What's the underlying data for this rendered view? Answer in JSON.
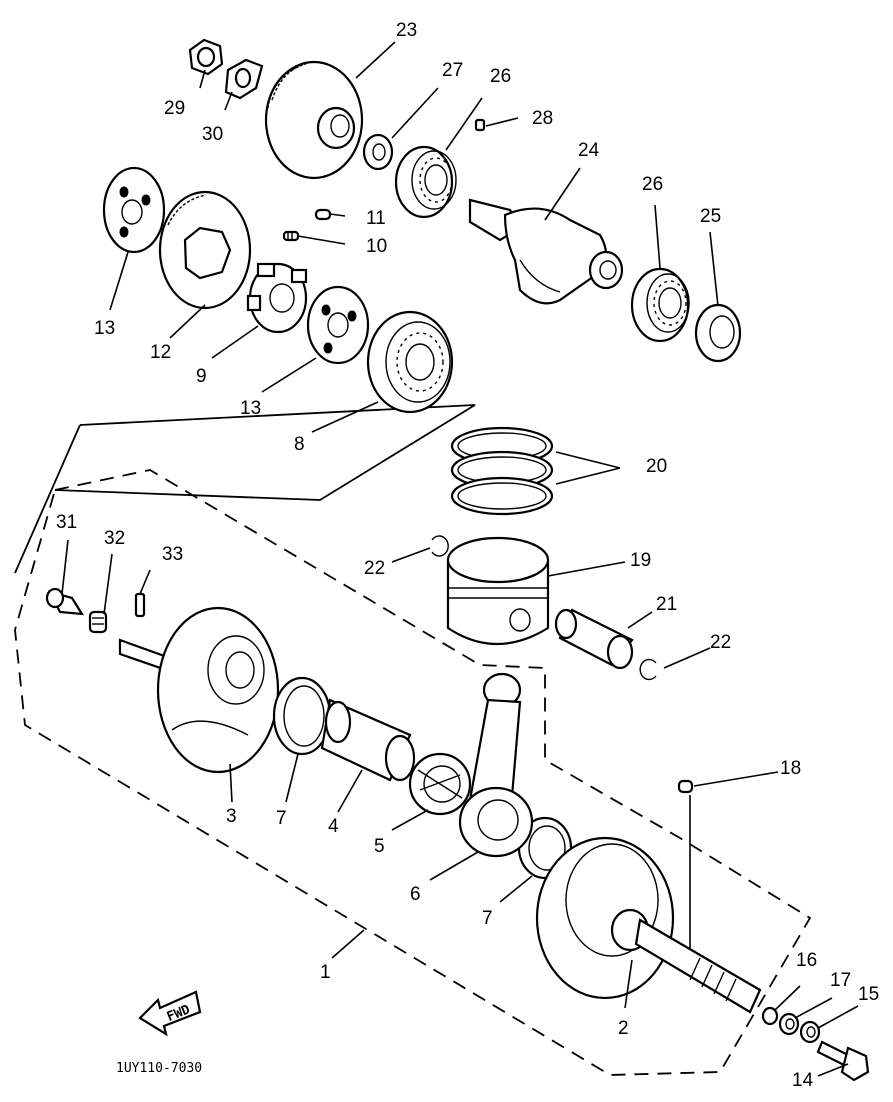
{
  "diagram": {
    "drawing_code": "1UY110-7030",
    "direction_label": "FWD",
    "callouts": {
      "c1": "1",
      "c2": "2",
      "c3": "3",
      "c4": "4",
      "c5": "5",
      "c6": "6",
      "c7a": "7",
      "c7b": "7",
      "c8": "8",
      "c9": "9",
      "c10": "10",
      "c11": "11",
      "c12": "12",
      "c13a": "13",
      "c13b": "13",
      "c14": "14",
      "c15": "15",
      "c16": "16",
      "c17": "17",
      "c18": "18",
      "c19": "19",
      "c20": "20",
      "c21": "21",
      "c22a": "22",
      "c22b": "22",
      "c23": "23",
      "c24": "24",
      "c25": "25",
      "c26a": "26",
      "c26b": "26",
      "c27": "27",
      "c28": "28",
      "c29": "29",
      "c30": "30",
      "c31": "31",
      "c32": "32",
      "c33": "33"
    }
  }
}
